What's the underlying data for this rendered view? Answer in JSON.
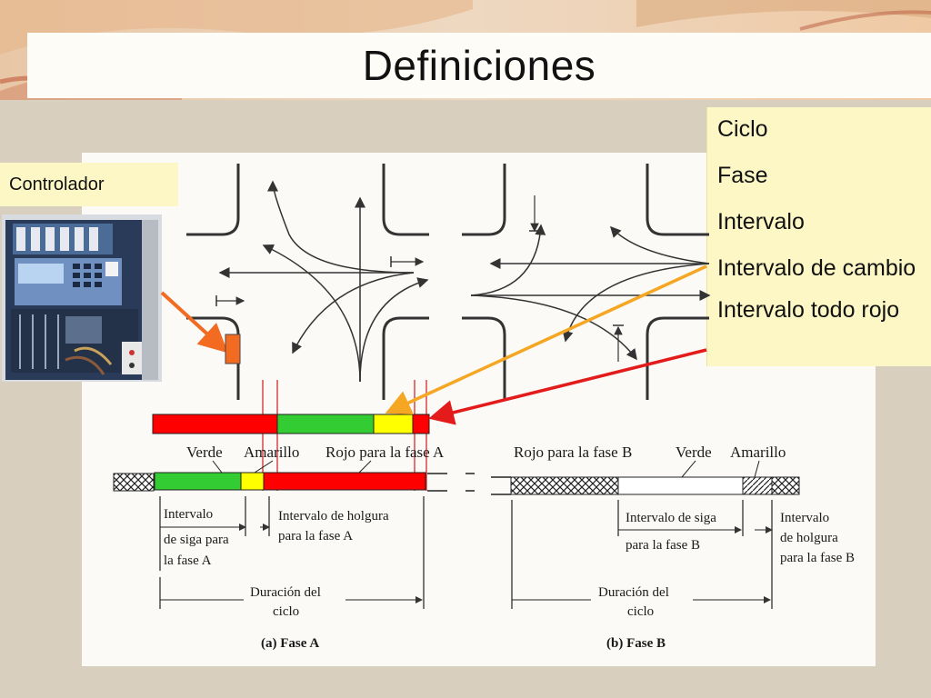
{
  "slide": {
    "title": "Definiciones",
    "definitions": [
      "Ciclo",
      "Fase",
      "Intervalo",
      "Intervalo de cambio",
      "Intervalo todo rojo"
    ],
    "controller_label": "Controlador"
  },
  "colors": {
    "green": "#33cc33",
    "yellow": "#ffff00",
    "red": "#ff0000",
    "orange_arrow": "#f26b21",
    "gold_arrow": "#f5a623",
    "red_arrow": "#e31b1b",
    "label_box": "#fcf7c5"
  },
  "figure": {
    "phase_a": {
      "labels": {
        "verde": "Verde",
        "amarillo": "Amarillo",
        "rojo": "Rojo para la fase A",
        "intervalo_siga_1": "Intervalo",
        "intervalo_siga_2": "de siga para",
        "intervalo_siga_3": "la fase A",
        "holgura_1": "Intervalo de holgura",
        "holgura_2": "para la fase A",
        "duracion_1": "Duración del",
        "duracion_2": "ciclo",
        "caption": "(a) Fase A"
      }
    },
    "phase_b": {
      "labels": {
        "rojo": "Rojo para la fase B",
        "verde": "Verde",
        "amarillo": "Amarillo",
        "siga_1": "Intervalo de siga",
        "siga_2": "para la fase B",
        "holgura_1": "Intervalo",
        "holgura_2": "de holgura",
        "holgura_3": "para la fase B",
        "duracion_1": "Duración del",
        "duracion_2": "ciclo",
        "caption": "(b) Fase B"
      }
    },
    "highlight_bar": [
      {
        "segment": "green",
        "color": "#33cc33"
      },
      {
        "segment": "yellow",
        "color": "#ffff00"
      },
      {
        "segment": "red",
        "color": "#ff0000"
      }
    ]
  }
}
